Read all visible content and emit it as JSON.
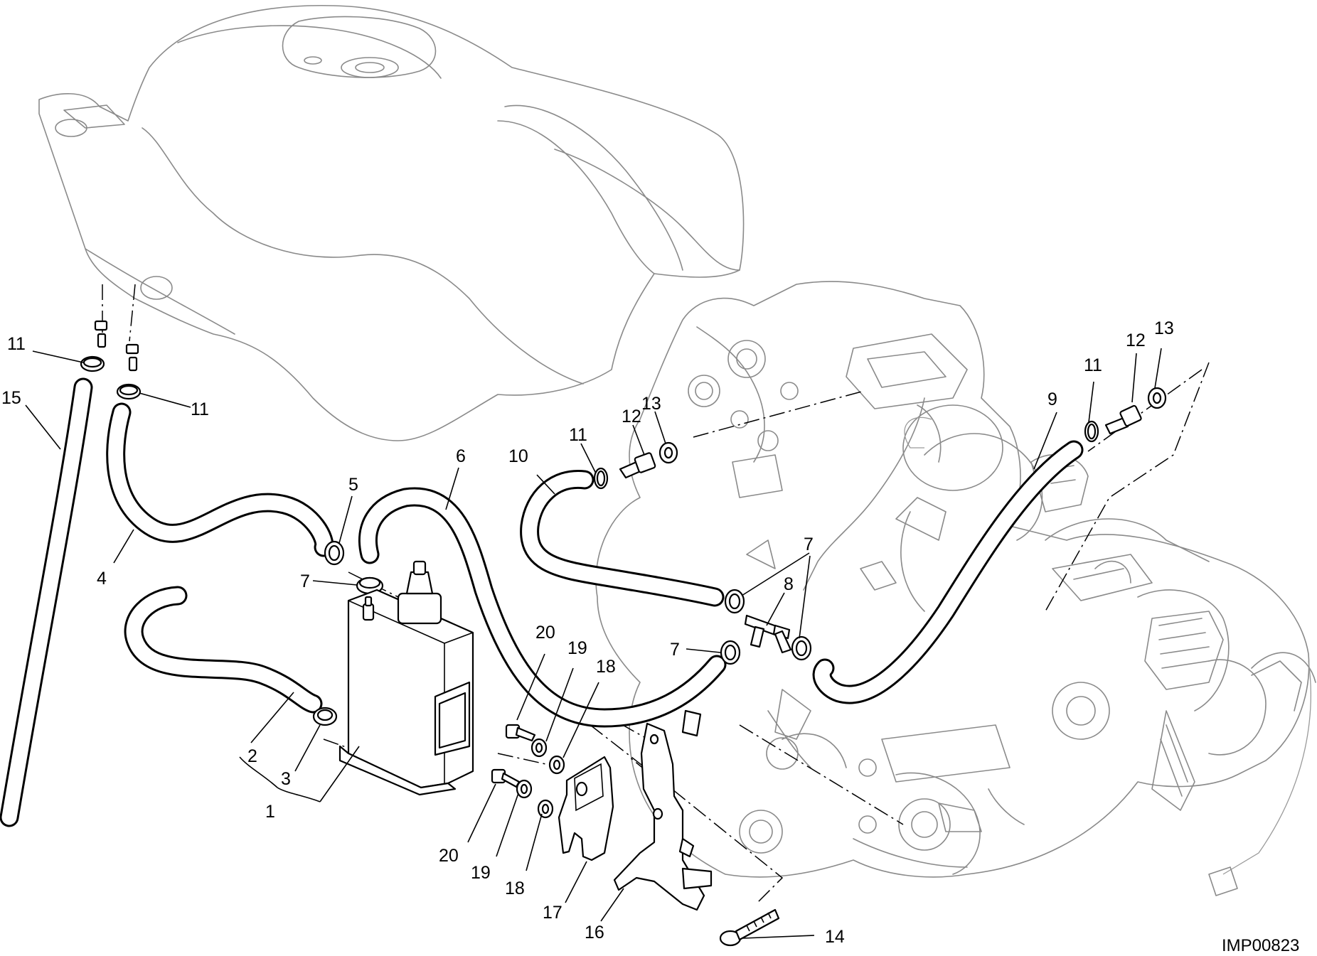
{
  "labels": {
    "l1": "1",
    "l2": "2",
    "l3": "3",
    "l4": "4",
    "l5": "5",
    "l6": "6",
    "l7": "7",
    "l8": "8",
    "l9": "9",
    "l10": "10",
    "l11": "11",
    "l12": "12",
    "l13": "13",
    "l14": "14",
    "l15": "15",
    "l16": "16",
    "l17": "17",
    "l18": "18",
    "l19": "19",
    "l20": "20"
  },
  "drawing_code": "IMP00823"
}
